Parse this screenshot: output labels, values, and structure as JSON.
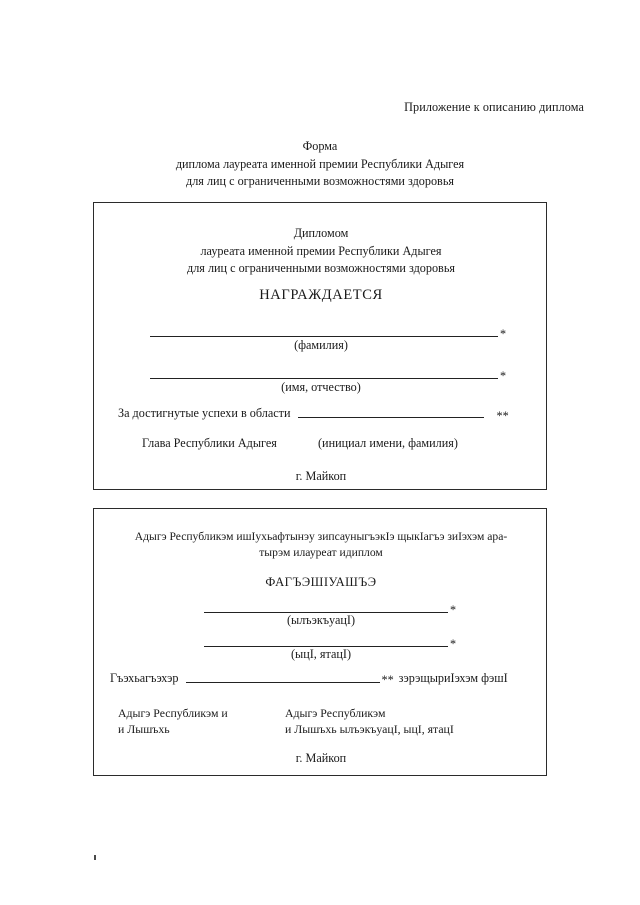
{
  "header": {
    "appendix": "Приложение к описанию диплома",
    "form_title_line1": "Форма",
    "form_title_line2": "диплома лауреата именной премии Республики Адыгея",
    "form_title_line3": "для лиц с ограниченными возможностями здоровья"
  },
  "diploma_ru": {
    "intro_line1": "Дипломом",
    "intro_line2": "лауреата именной премии Республики Адыгея",
    "intro_line3": "для лиц с ограниченными возможностями здоровья",
    "award_word": "НАГРАЖДАЕТСЯ",
    "surname_caption": "(фамилия)",
    "surname_marker": "*",
    "name_caption": "(имя, отчество)",
    "name_marker": "*",
    "achievement_label": "За достигнутые успехи в области",
    "achievement_marker": "**",
    "signatory_title": "Глава Республики Адыгея",
    "signatory_name_caption": "(инициал имени, фамилия)",
    "city": "г. Майкоп"
  },
  "diploma_ady": {
    "intro_line1": "Адыгэ Республикэм ишӀухьафтынэу зипсауныгъэкӀэ щыкӀагъэ зиӀэхэм ара-",
    "intro_line2": "тырэм илауреат идиплом",
    "award_word": "ФАГЪЭШӀУАШЪЭ",
    "surname_caption": "(ылъэкъуацӀ)",
    "surname_marker": "*",
    "name_caption": "(ыцӀ, ятацӀ)",
    "name_marker": "*",
    "achievement_label": "Гъэхьагъэхэр",
    "achievement_marker": "**",
    "achievement_tail": "зэрэщыриӀэхэм фэшӀ",
    "signatory_left_line1": "Адыгэ Республикэм и",
    "signatory_left_line2": "и Лышъхь",
    "signatory_right_line1": "Адыгэ Республикэм",
    "signatory_right_line2": "и Лышъхь ылъэкъуацӀ, ыцӀ, ятацӀ",
    "city": "г. Майкоп"
  }
}
